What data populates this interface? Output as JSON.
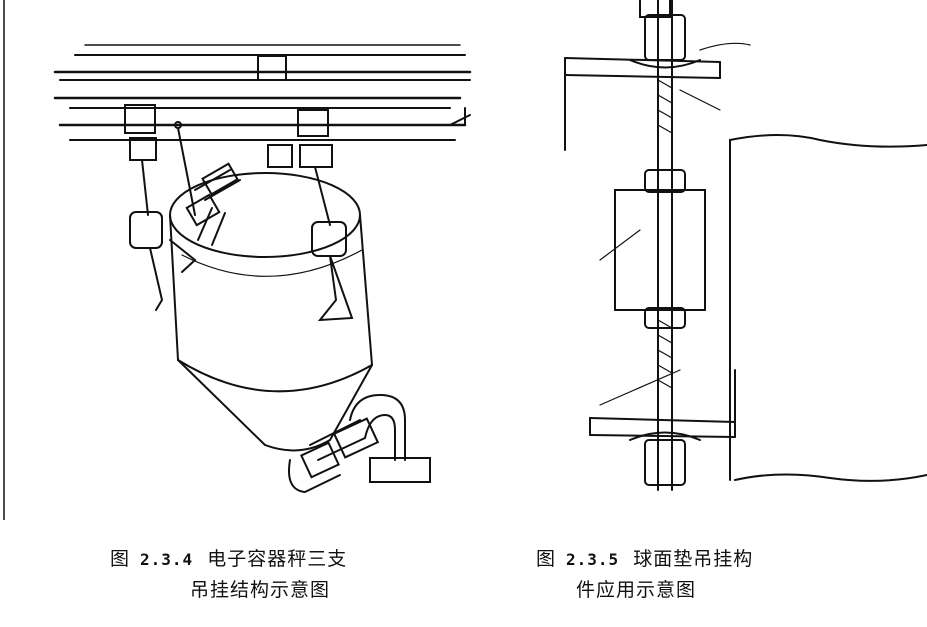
{
  "figure_left": {
    "caption_prefix": "图",
    "caption_number": "2.3.4",
    "caption_title": "电子容器秤三支",
    "caption_line2": "吊挂结构示意图"
  },
  "figure_right": {
    "caption_prefix": "图",
    "caption_number": "2.3.5",
    "caption_title": "球面垫吊挂构",
    "caption_line2": "件应用示意图"
  }
}
